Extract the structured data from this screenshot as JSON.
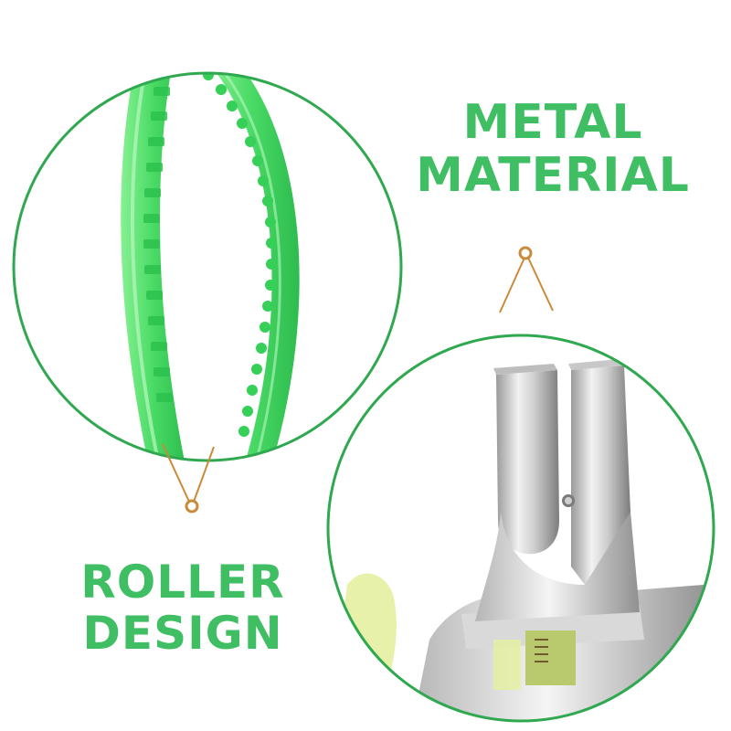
{
  "colors": {
    "headline_green": "#3fbe63",
    "circle_border": "#2fa84f",
    "connector": "#c98a3a",
    "roller_green": "#4fdc6a",
    "roller_dark": "#2fb84c",
    "metal_light": "#e6e6e6",
    "metal_dark": "#8a8a8a",
    "insert_yellow": "#e6f0a0"
  },
  "headlines": {
    "metal": {
      "line1": "METAL",
      "line2": "MATERIAL"
    },
    "roller": {
      "line1": "ROLLER",
      "line2": "DESIGN"
    }
  },
  "icons": {
    "connector_node": "ring-node-icon"
  }
}
